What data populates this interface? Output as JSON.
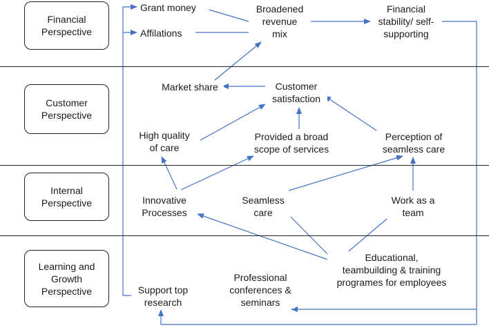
{
  "colors": {
    "arrow": "#4472c4",
    "divider": "#222222",
    "text": "#1a1a1a",
    "box_border": "#222222"
  },
  "perspectives": {
    "financial": "Financial\nPerspective",
    "customer": "Customer\nPerspective",
    "internal": "Internal\nPerspective",
    "learning": "Learning and\nGrowth\nPerspective"
  },
  "nodes": {
    "grant_money": "Grant money",
    "affilations": "Affilations",
    "broadened_revenue_mix": "Broadened\nrevenue\nmix",
    "financial_stability": "Financial\nstability/ self-\nsupporting",
    "market_share": "Market share",
    "customer_satisfaction": "Customer\nsatisfaction",
    "high_quality_of_care": "High quality\nof care",
    "broad_scope_of_services": "Provided a broad\nscope of services",
    "perception_of_seamless_care": "Perception of\nseamless care",
    "innovative_processes": "Innovative\nProcesses",
    "seamless_care": "Seamless\ncare",
    "work_as_a_team": "Work as a\nteam",
    "educational_programes": "Educational,\nteambuilding & training\nprogrames for employees",
    "professional_conferences": "Professional\nconferences &\nseminars",
    "support_top_research": "Support  top\nresearch"
  }
}
